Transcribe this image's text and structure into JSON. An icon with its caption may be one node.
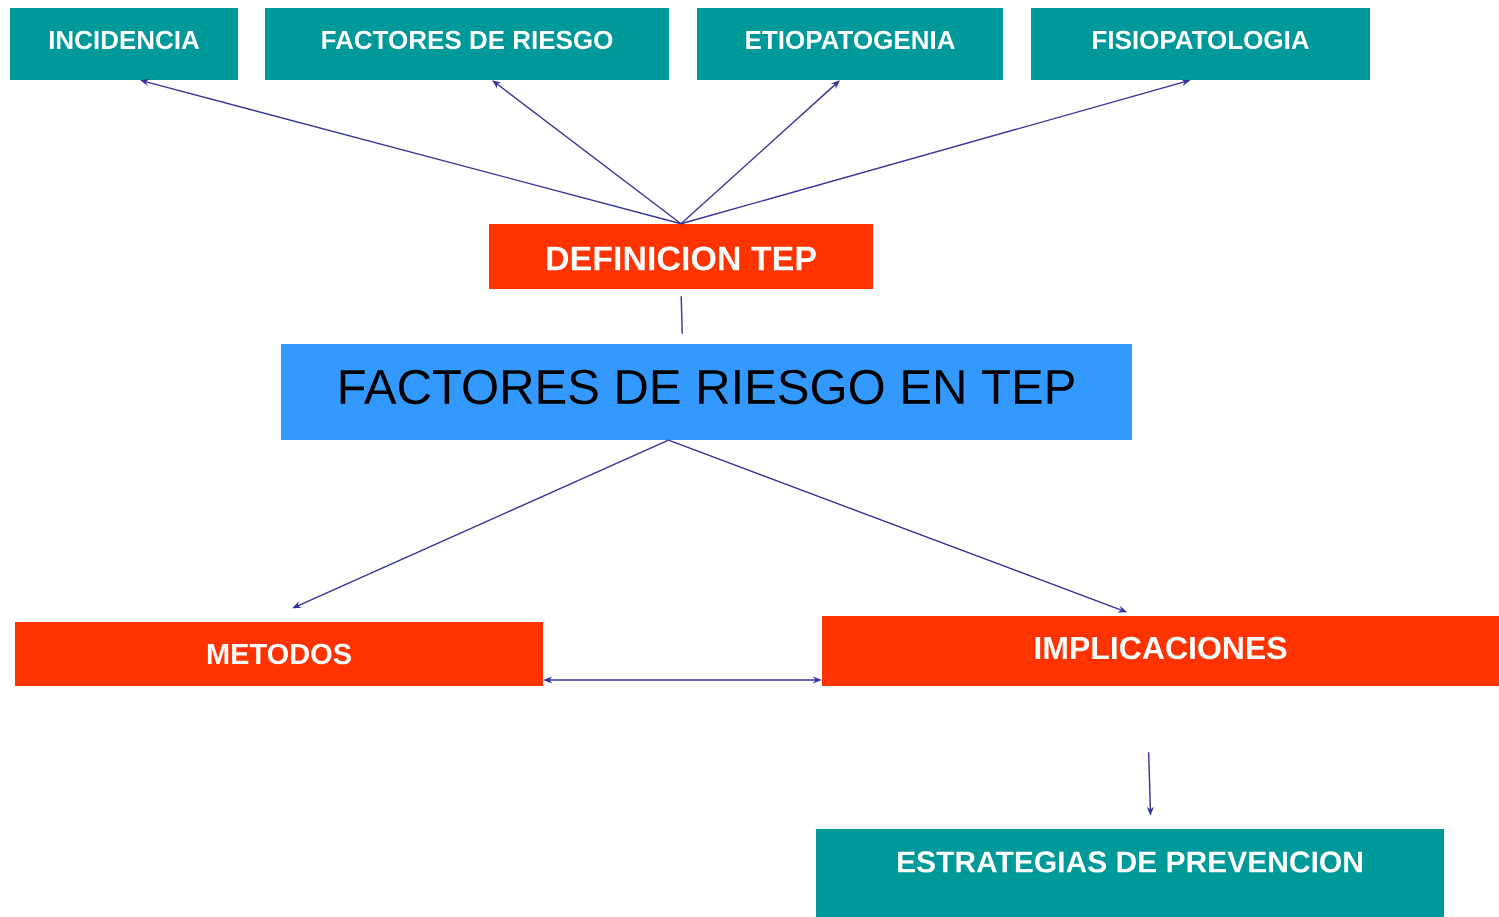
{
  "diagram": {
    "nodes": [
      {
        "text": [
          "INCIDENCIA"
        ]
      },
      {
        "text": [
          "FACTORES DE RIESGO"
        ]
      },
      {
        "text": [
          "ETIOPATOGENIA"
        ]
      },
      {
        "text": [
          "FISIOPATOLOGIA"
        ]
      },
      {
        "text": [
          "DEFINICION TEP"
        ]
      },
      {
        "text": [
          "FACTORES DE RIESGO EN TEP"
        ]
      },
      {
        "text": [
          "METODOS"
        ]
      },
      {
        "text": [
          "IMPLICACIONES"
        ]
      },
      {
        "text": [
          "ESTRATEGIAS DE PREVENCION"
        ]
      }
    ],
    "edges": [
      {
        "from": 4,
        "to": 0,
        "arrow": "to"
      },
      {
        "from": 4,
        "to": 1,
        "arrow": "to"
      },
      {
        "from": 4,
        "to": 2,
        "arrow": "to"
      },
      {
        "from": 4,
        "to": 3,
        "arrow": "to"
      },
      {
        "from": 4,
        "to": 5,
        "arrow": "none"
      },
      {
        "from": 5,
        "to": 6,
        "arrow": "to"
      },
      {
        "from": 5,
        "to": 7,
        "arrow": "to"
      },
      {
        "from": 6,
        "to": 7,
        "arrow": "both"
      },
      {
        "from": 7,
        "to": 8,
        "arrow": "to"
      }
    ]
  }
}
